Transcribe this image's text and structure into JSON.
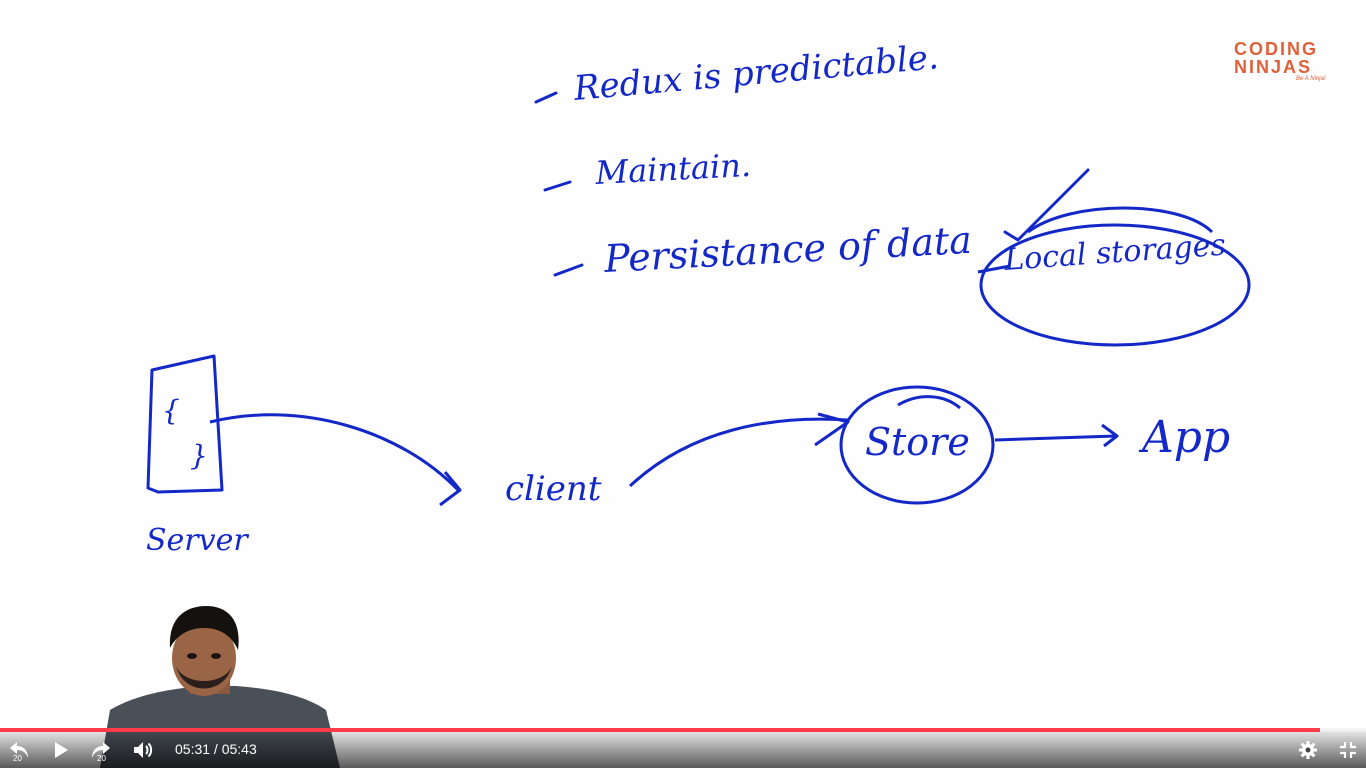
{
  "board": {
    "bullet_1": "Redux is predictable.",
    "bullet_2": "Maintain.",
    "bullet_3": "Persistance of data",
    "local_storage": "Local storages",
    "server_label": "Server",
    "client_label": "client",
    "store_label": "Store",
    "app_label": "App",
    "brace_open": "{",
    "brace_close": "}"
  },
  "logo": {
    "line1": "CODING",
    "line2": "NINJAS",
    "tagline": "Be A Ninja!"
  },
  "player": {
    "current_time": "05:31",
    "total_time": "05:43",
    "time_display": "05:31 / 05:43",
    "progress_fraction": 0.966,
    "skip_back_seconds": "20",
    "skip_forward_seconds": "20",
    "accent_color": "#ff3b4a"
  },
  "icons": {
    "rewind": "rewind-20-icon",
    "play": "play-icon",
    "forward": "forward-20-icon",
    "volume": "volume-icon",
    "settings": "gear-icon",
    "exit_fullscreen": "exit-fullscreen-icon"
  }
}
